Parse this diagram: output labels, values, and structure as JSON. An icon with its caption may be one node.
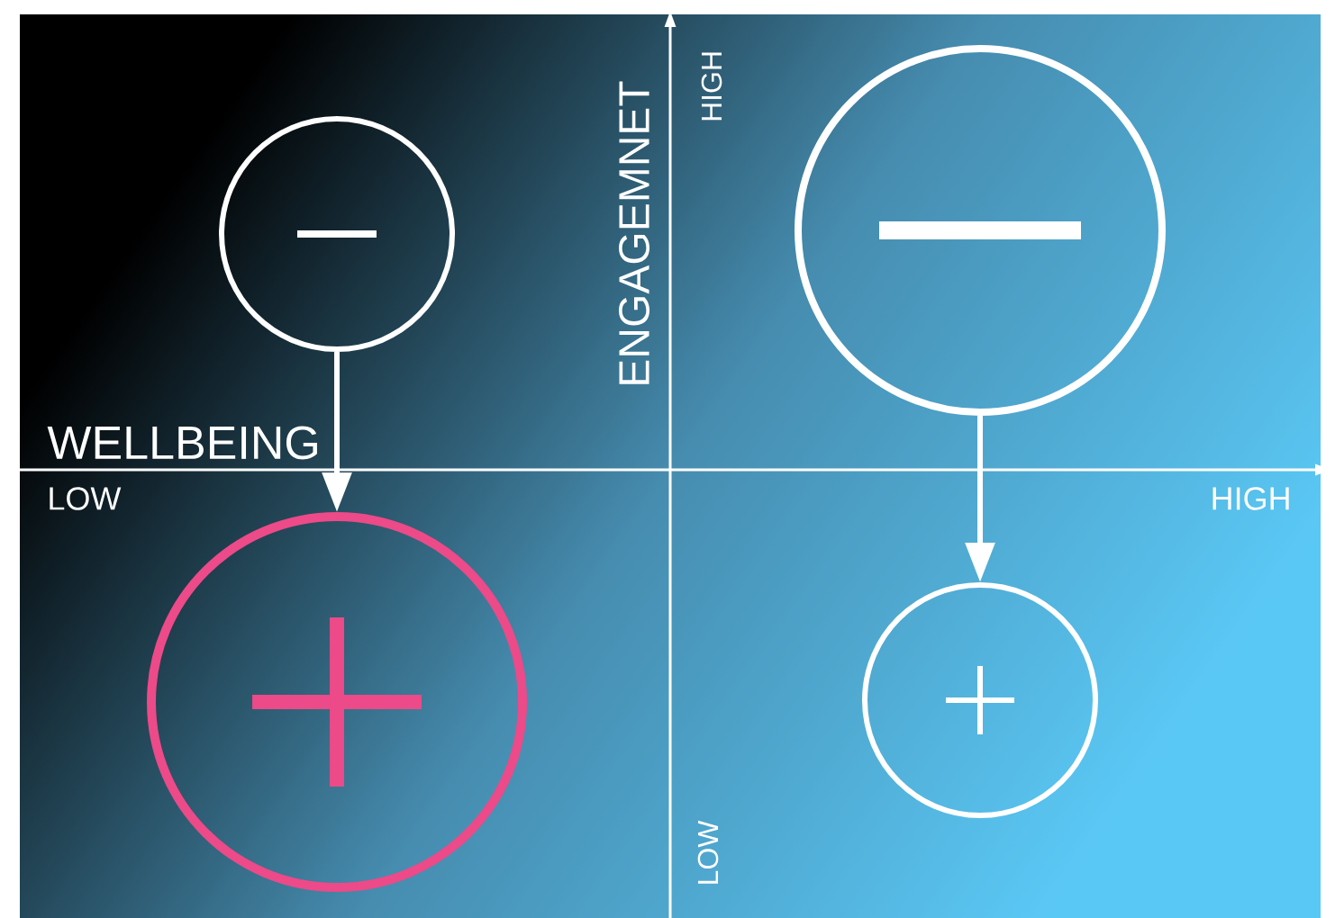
{
  "diagram": {
    "nodes": [
      {
        "text": [],
        "shape": "circle"
      },
      {
        "text": [],
        "shape": "circle"
      },
      {
        "text": [],
        "shape": "circle"
      },
      {
        "text": [],
        "shape": "circle"
      }
    ],
    "edges": [
      {
        "from": 0,
        "to": 1,
        "arrow": "to"
      },
      {
        "from": 2,
        "to": 3,
        "arrow": "to"
      }
    ],
    "labels": [
      "ENGAGEMNET",
      "HIGH",
      "WELLBEING",
      "LOW",
      "HIGH",
      "LOW"
    ]
  }
}
